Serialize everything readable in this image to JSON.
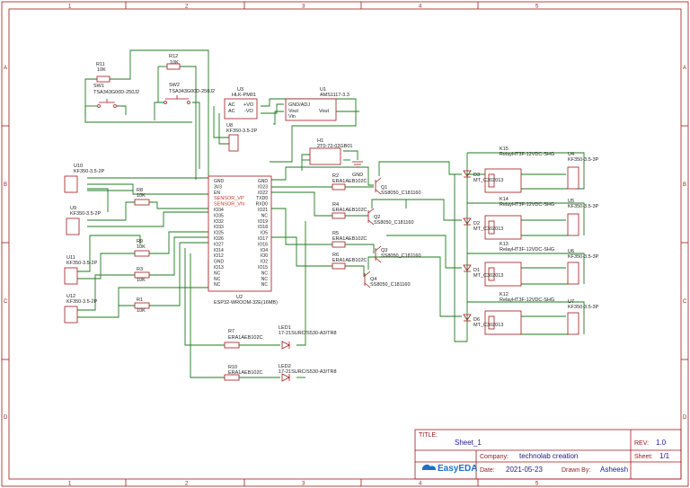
{
  "frame": {
    "cols": [
      "1",
      "2",
      "3",
      "4",
      "5"
    ],
    "rows": [
      "A",
      "B",
      "C",
      "D"
    ]
  },
  "components": {
    "r11": {
      "ref": "R11",
      "val": "10K"
    },
    "r12": {
      "ref": "R12",
      "val": "10K"
    },
    "sw1": {
      "ref": "SW1",
      "val": "TSA343G00D-250J2"
    },
    "sw2": {
      "ref": "SW2",
      "val": "TSA343G00D-250J2"
    },
    "u3": {
      "ref": "U3",
      "val": "HLK-PM01",
      "pins": [
        "AC",
        "AC",
        "+VO",
        "-VO"
      ]
    },
    "u1": {
      "ref": "U1",
      "val": "AMS1117-3.3",
      "pins": [
        "GND/ADJ",
        "Vout",
        "Vout",
        "Vin"
      ]
    },
    "u8": {
      "ref": "U8",
      "val": "KF350-3.5-2P"
    },
    "h1": {
      "ref": "H1",
      "val": "2T0-72-02GB01"
    },
    "gnd": "GND",
    "u10": {
      "ref": "U10",
      "val": "KF350-3.5-2P"
    },
    "u9": {
      "ref": "U9",
      "val": "KF350-3.5-2P"
    },
    "u11": {
      "ref": "U11",
      "val": "KF350-3.5-2P"
    },
    "u12": {
      "ref": "U12",
      "val": "KF350-3.5-2P"
    },
    "r8": {
      "ref": "R8",
      "val": "10K"
    },
    "r9": {
      "ref": "R9",
      "val": "10K"
    },
    "r3": {
      "ref": "R3",
      "val": "10K"
    },
    "r1": {
      "ref": "R1",
      "val": "10K"
    },
    "u2": {
      "ref": "U2",
      "val": "ESP32-WROOM-32E(16MB)",
      "left_pins": [
        "GND",
        "3V3",
        "EN",
        "SENSOR_VP",
        "SENSOR_VN",
        "IO34",
        "IO35",
        "IO32",
        "IO33",
        "IO25",
        "IO26",
        "IO27",
        "IO14",
        "IO12",
        "GND",
        "IO13",
        "NC",
        "NC",
        "NC"
      ],
      "right_pins": [
        "GND",
        "IO23",
        "IO22",
        "TXD0",
        "RXD0",
        "IO21",
        "NC",
        "IO19",
        "IO18",
        "IO5",
        "IO17",
        "IO16",
        "IO4",
        "IO0",
        "IO2",
        "IO15",
        "NC",
        "NC",
        "NC"
      ]
    },
    "r2": {
      "ref": "R2",
      "val": "ERA1AEB102C"
    },
    "r4": {
      "ref": "R4",
      "val": "ERA1AEB102C"
    },
    "r5": {
      "ref": "R5",
      "val": "ERA1AEB102C"
    },
    "r6": {
      "ref": "R6",
      "val": "ERA1AEB102C"
    },
    "q1": {
      "ref": "Q1",
      "val": "SS8050_C181160"
    },
    "q2": {
      "ref": "Q2",
      "val": "SS8050_C181160"
    },
    "q3": {
      "ref": "Q3",
      "val": "SS8050_C181160"
    },
    "q4": {
      "ref": "Q4",
      "val": "SS8050_C181160"
    },
    "k15": {
      "ref": "K15",
      "val": "RelayHT3F-12VDC-SHG"
    },
    "k14": {
      "ref": "K14",
      "val": "RelayHT3F-12VDC-SHG"
    },
    "k13": {
      "ref": "K13",
      "val": "RelayHT3F-12VDC-SHG"
    },
    "k12": {
      "ref": "K12",
      "val": "RelayHT3F-12VDC-SHG"
    },
    "d3": {
      "ref": "D3",
      "val": "MT_C302013"
    },
    "d2": {
      "ref": "D2",
      "val": "MT_C302013"
    },
    "d1": {
      "ref": "D1",
      "val": "MT_C302013"
    },
    "d6": {
      "ref": "D6",
      "val": "MT_C302013"
    },
    "u4": {
      "ref": "U4",
      "val": "KF350-3.5-3P"
    },
    "u5": {
      "ref": "U5",
      "val": "KF350-3.5-3P"
    },
    "u6": {
      "ref": "U6",
      "val": "KF350-3.5-3P"
    },
    "u7": {
      "ref": "U7",
      "val": "KF350-3.5-3P"
    },
    "r7": {
      "ref": "R7",
      "val": "ERA1AEB102C"
    },
    "r10": {
      "ref": "R10",
      "val": "ERA1AEB102C"
    },
    "led1": {
      "ref": "LED1",
      "val": "17-21SURC/S530-A3/TR8"
    },
    "led2": {
      "ref": "LED2",
      "val": "17-21SURC/S530-A3/TR8"
    }
  },
  "title_block": {
    "title_label": "TITLE:",
    "title": "Sheet_1",
    "rev_label": "REV:",
    "rev": "1.0",
    "company_label": "Company:",
    "company": "technolab creation",
    "sheet_label": "Sheet:",
    "sheet": "1/1",
    "date_label": "Date:",
    "date": "2021-05-23",
    "drawn_label": "Drawn By:",
    "drawn": "Asheesh",
    "logo": "EasyEDA"
  }
}
